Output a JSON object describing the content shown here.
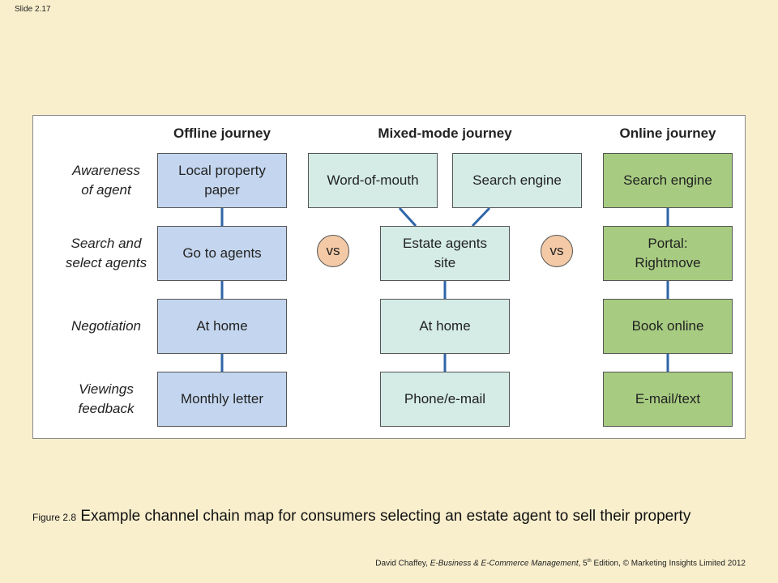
{
  "slide_number": "Slide 2.17",
  "diagram": {
    "column_headers": {
      "offline": "Offline journey",
      "mixed": "Mixed-mode journey",
      "online": "Online journey"
    },
    "row_labels": [
      [
        "Awareness",
        "of agent"
      ],
      [
        "Search and",
        "select agents"
      ],
      [
        "Negotiation"
      ],
      [
        "Viewings",
        "feedback"
      ]
    ],
    "offline": [
      [
        "Local property",
        "paper"
      ],
      [
        "Go to agents"
      ],
      [
        "At home"
      ],
      [
        "Monthly letter"
      ]
    ],
    "mixed": {
      "top_left": [
        "Word-of-mouth"
      ],
      "top_right": [
        "Search engine"
      ],
      "steps": [
        [
          "Estate agents",
          "site"
        ],
        [
          "At home"
        ],
        [
          "Phone/e-mail"
        ]
      ]
    },
    "online": [
      [
        "Search engine"
      ],
      [
        "Portal:",
        "Rightmove"
      ],
      [
        "Book online"
      ],
      [
        "E-mail/text"
      ]
    ],
    "vs_label": "vs",
    "colors": {
      "offline_fill": "#c4d6ef",
      "mixed_fill": "#d4ebe6",
      "online_fill": "#a7cc81",
      "vs_fill": "#f3c9a6",
      "connector": "#2f65a8"
    }
  },
  "caption": {
    "figure_label": "Figure 2.8",
    "text": "Example channel chain map for consumers selecting an estate agent to sell their property"
  },
  "footer": {
    "author": "David Chaffey, ",
    "book": "E-Business & E-Commerce Management",
    "edition": ", 5",
    "sup": "th",
    "rest": " Edition, © Marketing Insights Limited 2012"
  }
}
